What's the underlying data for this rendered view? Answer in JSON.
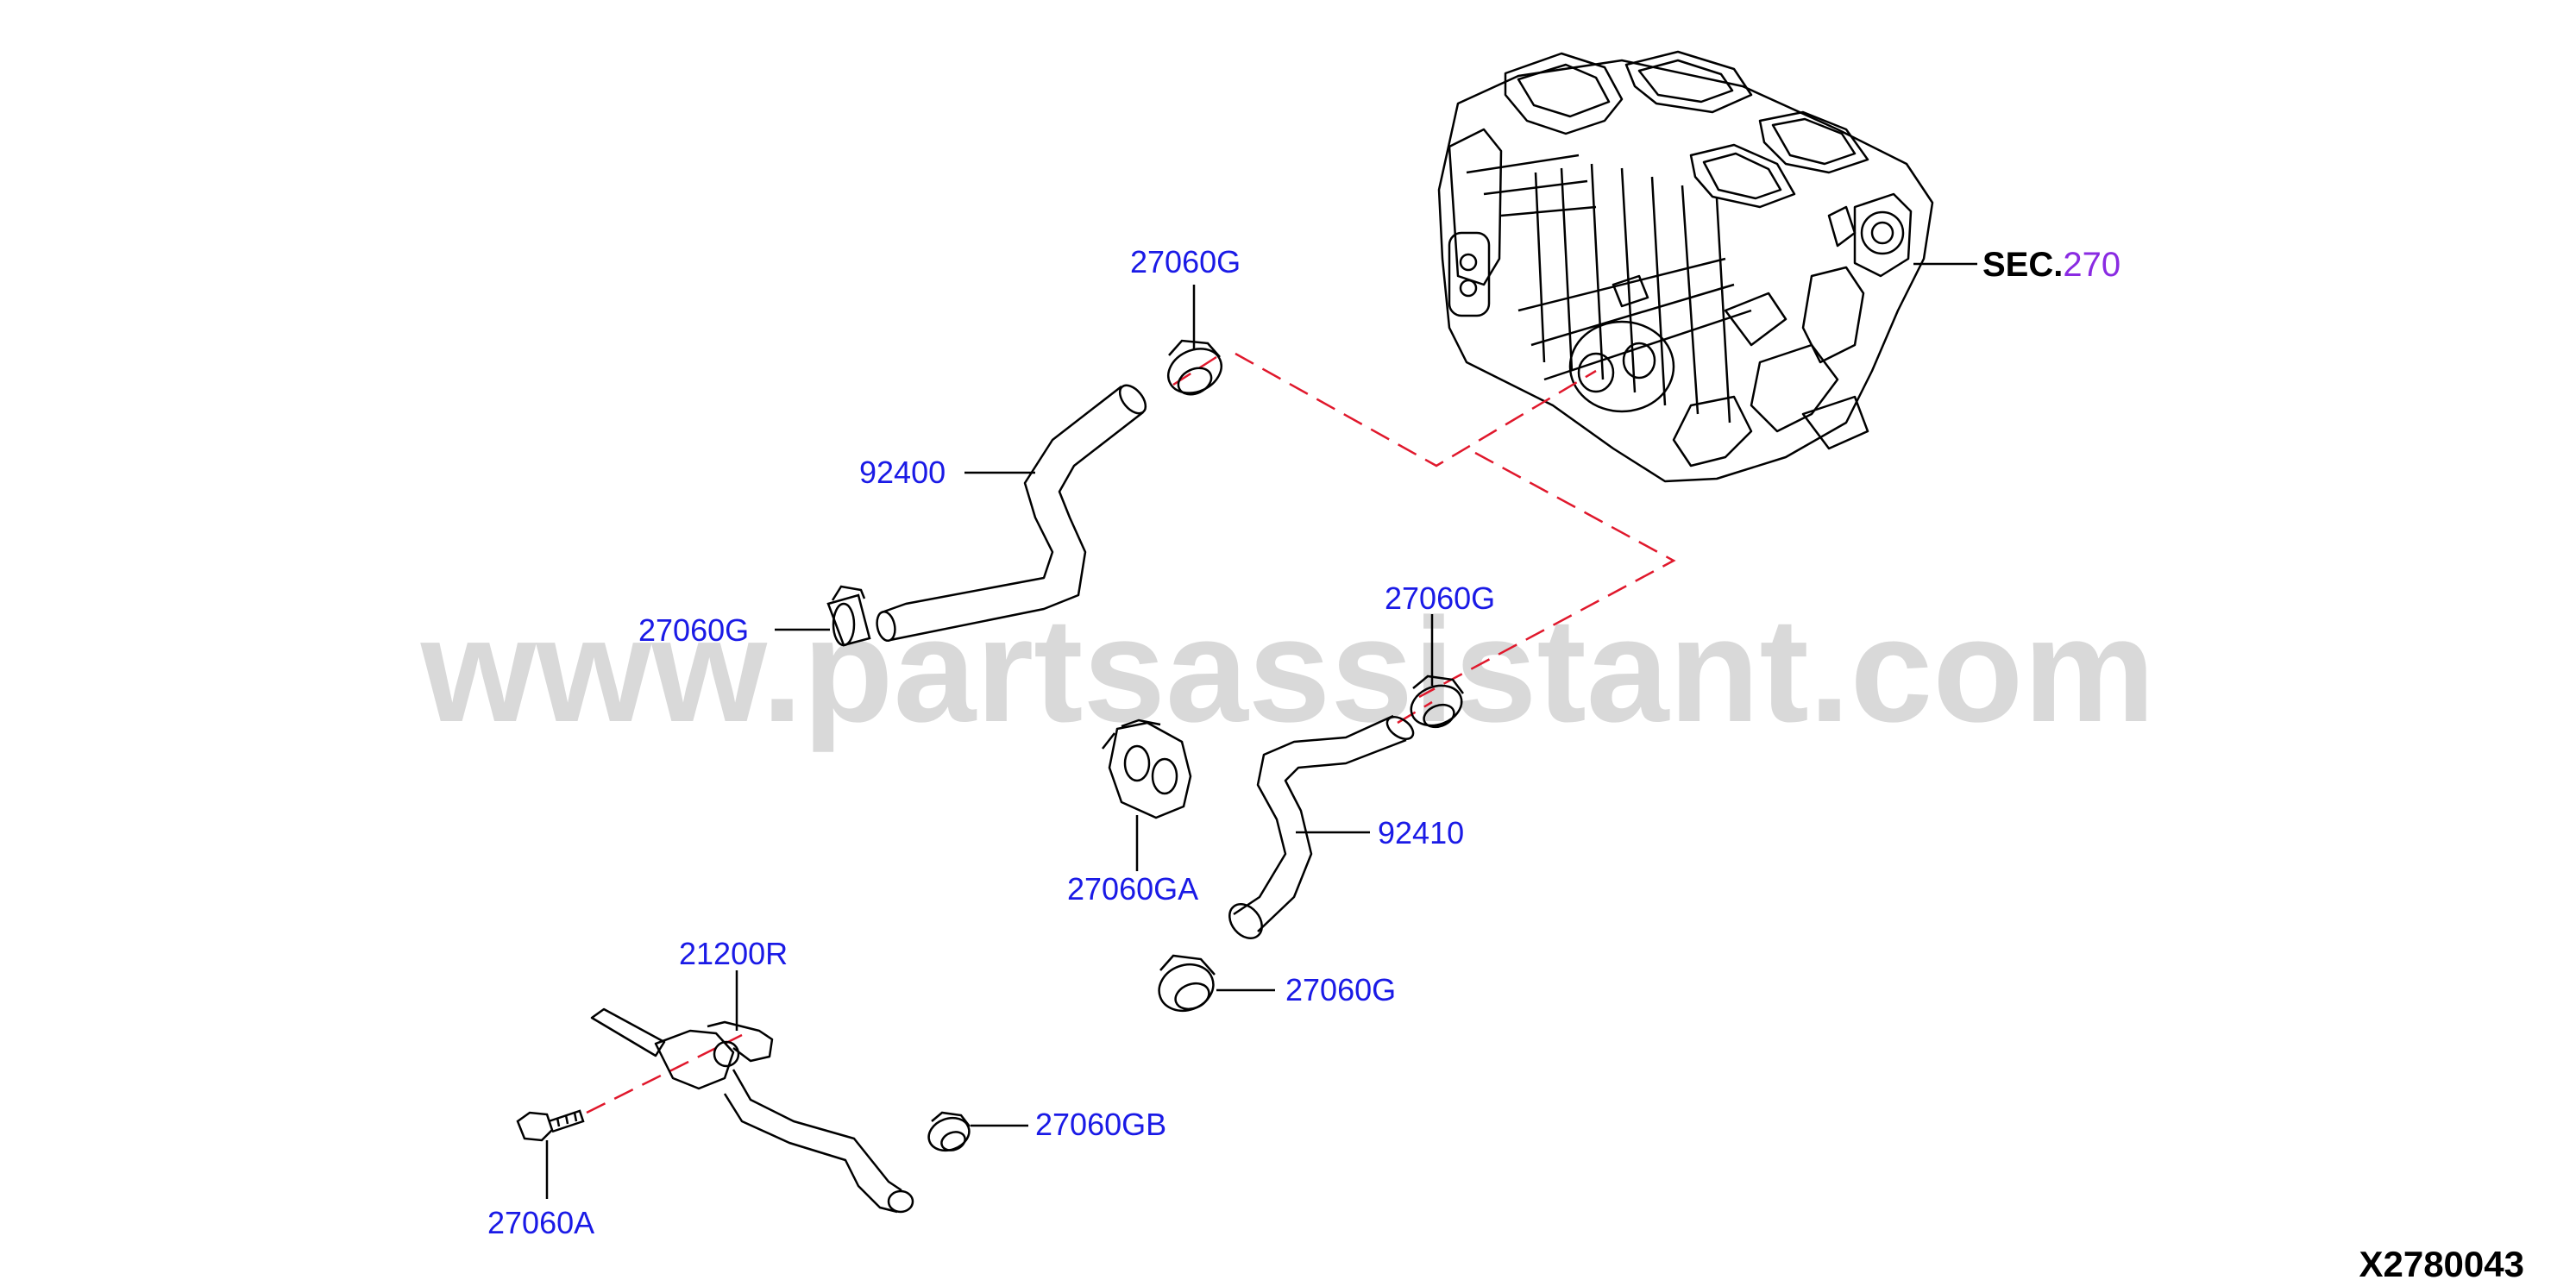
{
  "watermark": {
    "text": "www.partsassistant.com"
  },
  "diagram_id": "X2780043",
  "section_ref": {
    "prefix": "SEC.",
    "number": "270"
  },
  "parts": {
    "clamp_top": "27060G",
    "hose_upper": "92400",
    "clamp_left": "27060G",
    "clamp_mid_right": "27060G",
    "grommet": "27060GA",
    "hose_lower": "92410",
    "clamp_lower": "27060G",
    "valve": "21200R",
    "clamp_b": "27060GB",
    "bolt": "27060A"
  },
  "colors": {
    "callout_text": "#1a1ae6",
    "section_number": "#8a2be2",
    "lines": "#000000",
    "dash_lines": "#e0182c",
    "watermark": "#d9d9d9"
  }
}
